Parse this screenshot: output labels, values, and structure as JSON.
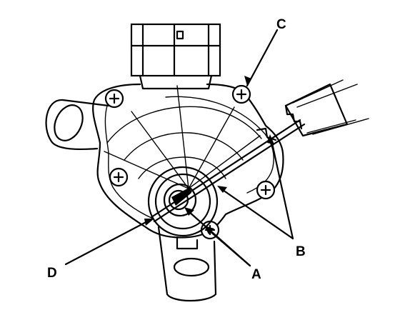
{
  "callouts": {
    "A": "A",
    "B": "B",
    "C": "C",
    "D": "D"
  }
}
